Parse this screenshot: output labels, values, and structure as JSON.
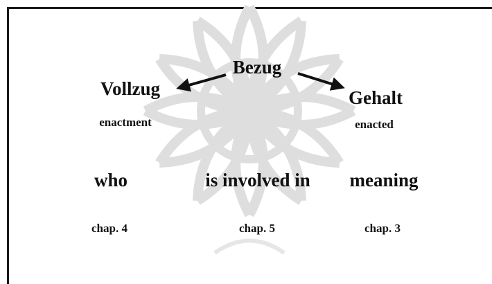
{
  "diagram": {
    "center": "Bezug",
    "left": {
      "term": "Vollzug",
      "gloss": "enactment"
    },
    "right": {
      "term": "Gehalt",
      "gloss": "enacted"
    },
    "row": [
      {
        "text": "who",
        "chapter": "chap. 4"
      },
      {
        "text": "is involved in",
        "chapter": "chap. 5"
      },
      {
        "text": "meaning",
        "chapter": "chap. 3"
      }
    ]
  },
  "colors": {
    "text": "#111111",
    "watermark": "#d6d6d6",
    "frame": "#1a1a1a"
  },
  "watermark_icon": "rosette-ornament"
}
